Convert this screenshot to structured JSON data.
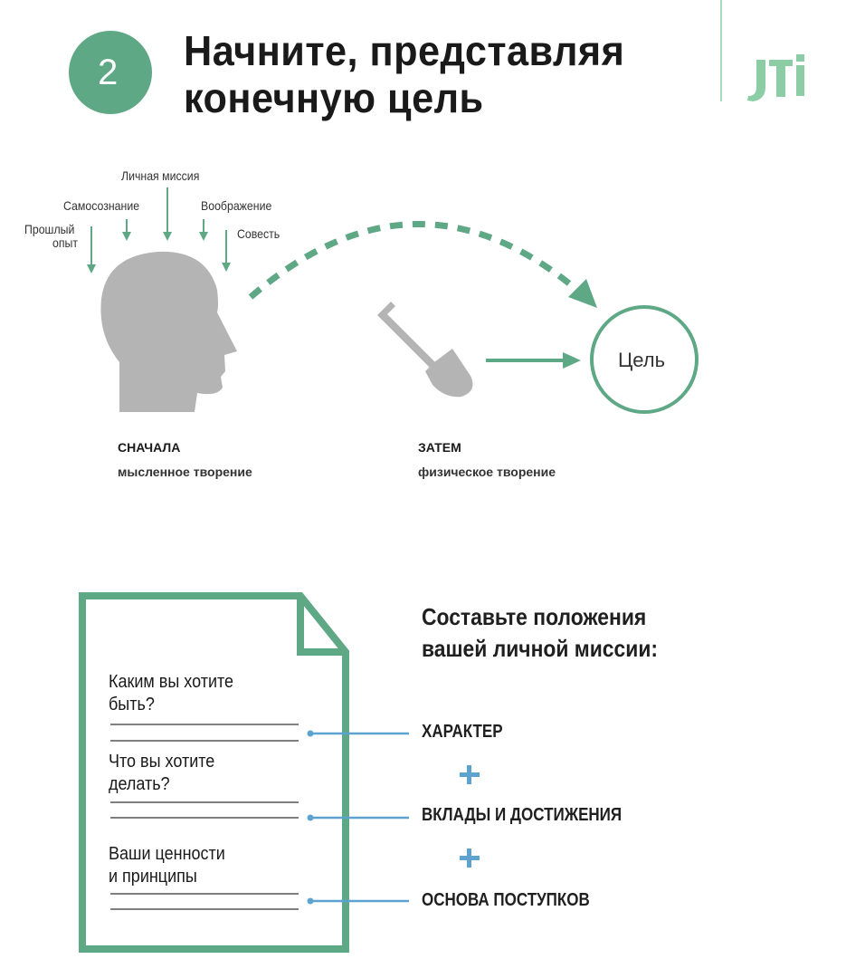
{
  "header": {
    "step_number": "2",
    "title_line1": "Начните, представляя",
    "title_line2": "конечную цель",
    "logo_text": "JTI"
  },
  "diagram": {
    "influences": [
      "Личная миссия",
      "Самосознание",
      "Воображение",
      "Прошлый",
      "опыт",
      "Совесть"
    ],
    "goal_label": "Цель",
    "first_title": "СНАЧАЛА",
    "first_subtitle": "мысленное творение",
    "then_title": "ЗАТЕМ",
    "then_subtitle": "физическое творение"
  },
  "mission": {
    "heading_line1": "Составьте положения",
    "heading_line2": "вашей личной миссии:",
    "questions": [
      {
        "line1": "Каким вы хотите",
        "line2": "быть?"
      },
      {
        "line1": "Что вы хотите",
        "line2": "делать?"
      },
      {
        "line1": "Ваши ценности",
        "line2": "и принципы"
      }
    ],
    "items": [
      "ХАРАКТЕР",
      "ВКЛАДЫ И ДОСТИЖЕНИЯ",
      "ОСНОВА ПОСТУПКОВ"
    ],
    "plus_icon": "plus-icon"
  },
  "colors": {
    "green": "#5fa886",
    "logo_green": "#8ccda6",
    "blue": "#5ea3d0",
    "gray": "#b4b4b4"
  }
}
